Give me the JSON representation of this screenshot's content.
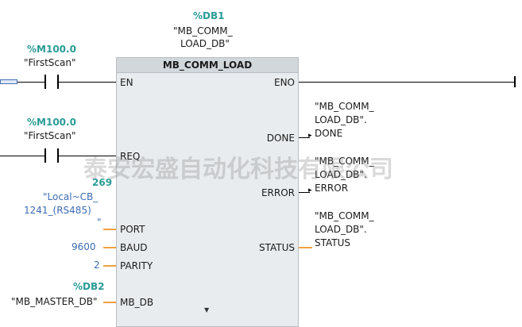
{
  "db_instance": {
    "address": "%DB1",
    "name_line1": "\"MB_COMM_",
    "name_line2": "LOAD_DB\""
  },
  "block": {
    "title": "MB_COMM_LOAD",
    "inputs": [
      "EN",
      "REQ",
      "PORT",
      "BAUD",
      "PARITY",
      "MB_DB"
    ],
    "outputs": [
      "ENO",
      "DONE",
      "ERROR",
      "STATUS"
    ]
  },
  "contact1": {
    "address": "%M100.0",
    "tag": "\"FirstScan\""
  },
  "contact2": {
    "address": "%M100.0",
    "tag": "\"FirstScan\""
  },
  "port_param": {
    "value": "269",
    "tag_line1": "\"Local~CB_",
    "tag_line2": "1241_(RS485)",
    "tag_line3": "\""
  },
  "baud_param": {
    "value": "9600"
  },
  "parity_param": {
    "value": "2"
  },
  "mbdb_param": {
    "address": "%DB2",
    "tag": "\"MB_MASTER_DB\""
  },
  "done_out": {
    "line1": "\"MB_COMM_",
    "line2": "LOAD_DB\".",
    "line3": "DONE"
  },
  "error_out": {
    "line1": "\"MB_COMM_",
    "line2": "LOAD_DB\".",
    "line3": "ERROR"
  },
  "status_out": {
    "line1": "\"MB_COMM_",
    "line2": "LOAD_DB\".",
    "line3": "STATUS"
  },
  "watermark": "泰安宏盛自动化科技有限公司",
  "colors": {
    "address": "#2a9b95",
    "constant": "#3c6cb4",
    "wire_param": "#f0a040",
    "block_bg": "#e9ecef"
  }
}
